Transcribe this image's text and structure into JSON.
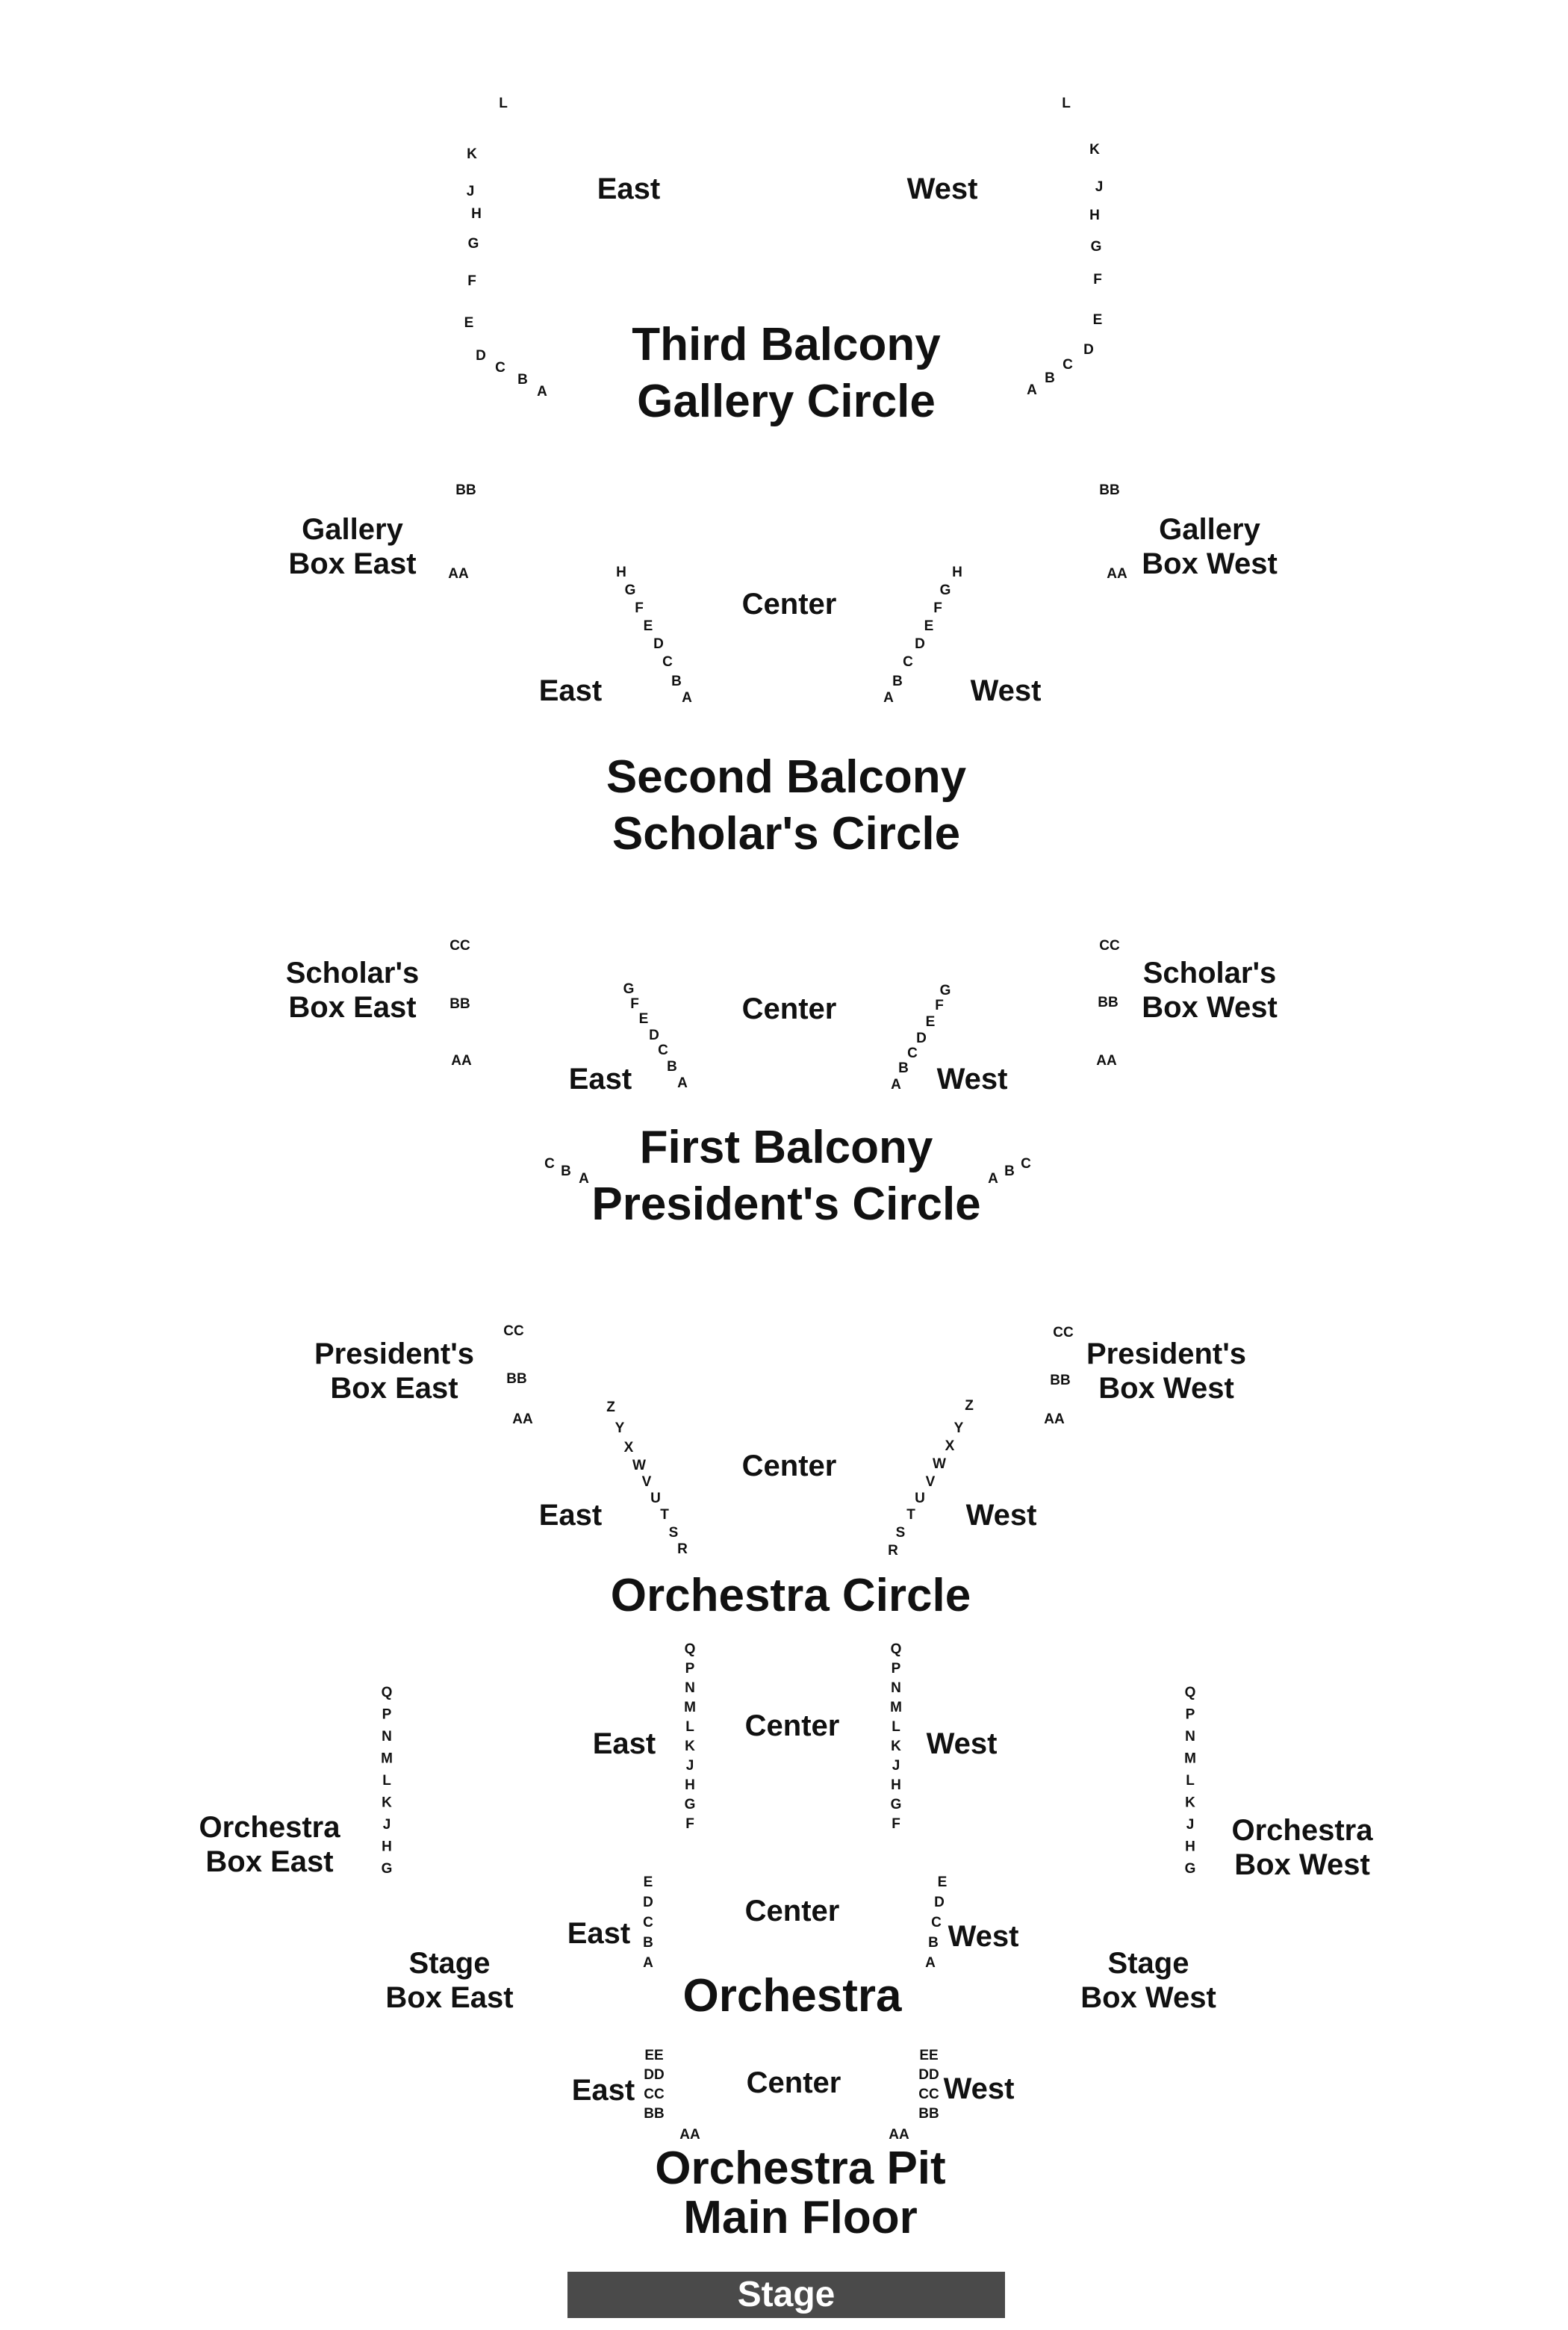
{
  "colors": {
    "text": "#111111",
    "stage_fill": "#4a4a4a",
    "stage_text": "#ffffff",
    "background": "#ffffff"
  },
  "map": {
    "third_balcony": {
      "title": [
        "Third Balcony",
        "Gallery Circle"
      ],
      "sections": {
        "east": "East",
        "west": "West"
      },
      "rows_east": [
        "L",
        "K",
        "J",
        "H",
        "G",
        "F",
        "E",
        "D",
        "C",
        "B",
        "A"
      ],
      "rows_west": [
        "L",
        "K",
        "J",
        "H",
        "G",
        "F",
        "E",
        "D",
        "C",
        "B",
        "A"
      ]
    },
    "second_balcony": {
      "title": [
        "Second Balcony",
        "Scholar's Circle"
      ],
      "box_east": [
        "Gallery",
        "Box East"
      ],
      "box_west": [
        "Gallery",
        "Box West"
      ],
      "box_rows": [
        "BB",
        "AA"
      ],
      "sections": {
        "center": "Center",
        "east": "East",
        "west": "West"
      },
      "rows_east": [
        "H",
        "G",
        "F",
        "E",
        "D",
        "C",
        "B",
        "A"
      ],
      "rows_west": [
        "H",
        "G",
        "F",
        "E",
        "D",
        "C",
        "B",
        "A"
      ]
    },
    "first_balcony": {
      "title": [
        "First Balcony",
        "President's Circle"
      ],
      "box_east": [
        "Scholar's",
        "Box East"
      ],
      "box_west": [
        "Scholar's",
        "Box West"
      ],
      "box_rows": [
        "CC",
        "BB",
        "AA"
      ],
      "sections": {
        "center": "Center",
        "east": "East",
        "west": "West"
      },
      "rows_east": [
        "G",
        "F",
        "E",
        "D",
        "C",
        "B",
        "A"
      ],
      "rows_west": [
        "G",
        "F",
        "E",
        "D",
        "C",
        "B",
        "A"
      ],
      "front_rows_east": [
        "C",
        "B",
        "A"
      ],
      "front_rows_west": [
        "A",
        "B",
        "C"
      ]
    },
    "orchestra_circle": {
      "title": "Orchestra Circle",
      "box_east": [
        "President's",
        "Box East"
      ],
      "box_west": [
        "President's",
        "Box West"
      ],
      "box_rows": [
        "CC",
        "BB",
        "AA"
      ],
      "sections": {
        "center": "Center",
        "east": "East",
        "west": "West"
      },
      "rows_east": [
        "Z",
        "Y",
        "X",
        "W",
        "V",
        "U",
        "T",
        "S",
        "R"
      ],
      "rows_west": [
        "Z",
        "Y",
        "X",
        "W",
        "V",
        "U",
        "T",
        "S",
        "R"
      ]
    },
    "orchestra": {
      "title": "Orchestra",
      "box_east": [
        "Orchestra",
        "Box East"
      ],
      "box_west": [
        "Orchestra",
        "Box West"
      ],
      "stage_box_east": [
        "Stage",
        "Box East"
      ],
      "stage_box_west": [
        "Stage",
        "Box West"
      ],
      "box_rows": [
        "Q",
        "P",
        "N",
        "M",
        "L",
        "K",
        "J",
        "H",
        "G"
      ],
      "upper_sections": {
        "center": "Center",
        "east": "East",
        "west": "West"
      },
      "upper_rows": [
        "Q",
        "P",
        "N",
        "M",
        "L",
        "K",
        "J",
        "H",
        "G",
        "F"
      ],
      "lower_sections": {
        "center": "Center",
        "east": "East",
        "west": "West"
      },
      "lower_rows": [
        "E",
        "D",
        "C",
        "B",
        "A"
      ]
    },
    "orchestra_pit": {
      "title": [
        "Orchestra Pit",
        "Main Floor"
      ],
      "sections": {
        "center": "Center",
        "east": "East",
        "west": "West"
      },
      "rows": [
        "EE",
        "DD",
        "CC",
        "BB"
      ],
      "front_row": "AA"
    },
    "stage": "Stage"
  }
}
